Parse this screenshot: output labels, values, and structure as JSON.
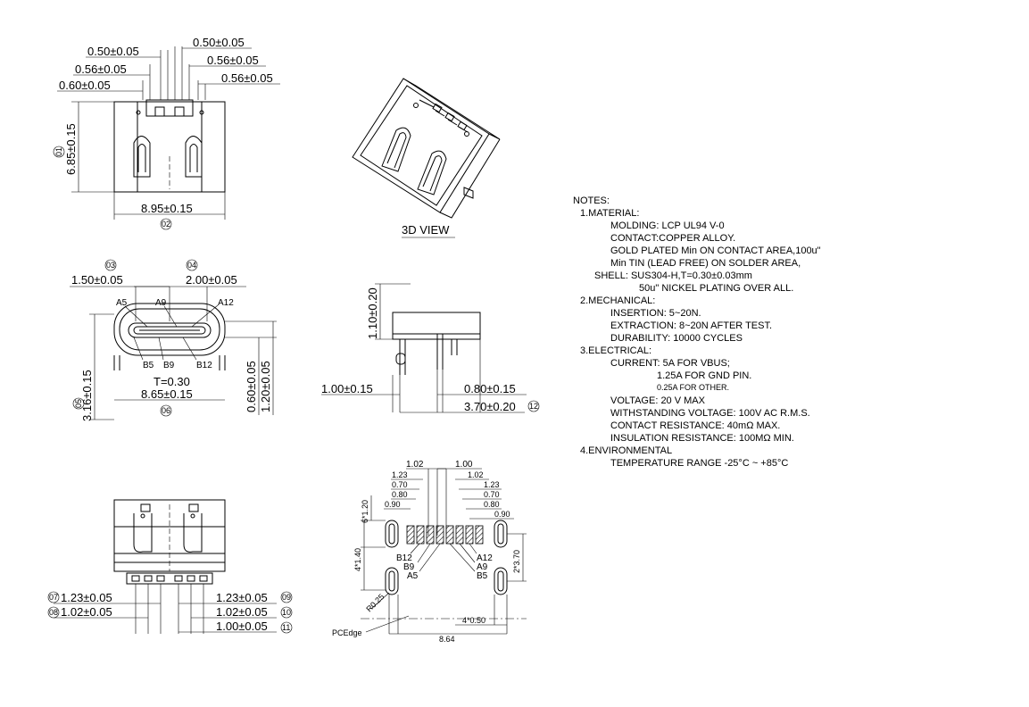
{
  "front_view": {
    "dims_top": [
      "0.50±0.05",
      "0.56±0.05",
      "0.60±0.05",
      "0.50±0.05",
      "0.56±0.05",
      "0.56±0.05"
    ],
    "height": "6.85±0.15",
    "height_marker": "01",
    "width": "8.95±0.15",
    "width_marker": "02"
  },
  "view_3d": {
    "label": "3D VIEW"
  },
  "top_view": {
    "marker_left": "03",
    "marker_right": "04",
    "dim_left": "1.50±0.05",
    "dim_right": "2.00±0.05",
    "pins_top": [
      "A5",
      "A9",
      "A12"
    ],
    "pins_bottom": [
      "B5",
      "B9",
      "B12"
    ],
    "thickness": "T=0.30",
    "width": "8.65±0.15",
    "width_marker": "06",
    "height": "3.16±0.15",
    "height_marker": "05",
    "right_dims": [
      "0.60±0.05",
      "1.20±0.05"
    ]
  },
  "side_view": {
    "height": "1.10±0.20",
    "left": "1.00±0.15",
    "right": "0.80±0.15",
    "depth": "3.70±0.20",
    "depth_marker": "12"
  },
  "bottom_view": {
    "rows": [
      {
        "left_marker": "07",
        "left": "1.23±0.05",
        "right": "1.23±0.05",
        "right_marker": "09"
      },
      {
        "left_marker": "08",
        "left": "1.02±0.05",
        "right": "1.02±0.05",
        "right_marker": "10"
      },
      {
        "left_marker": "",
        "left": "",
        "right": "1.00±0.05",
        "right_marker": "11"
      }
    ]
  },
  "footprint": {
    "top_dims_left": [
      "1.02",
      "1.23",
      "0.70",
      "0.80",
      "0.90"
    ],
    "top_dims_right": [
      "1.00",
      "1.02",
      "1.23",
      "0.70",
      "0.80",
      "0.90"
    ],
    "left_vertical": [
      "6*1.20",
      "4*1.40"
    ],
    "right_vertical": "2*3.70",
    "pins_left": [
      "B12",
      "B9",
      "A5"
    ],
    "pins_right": [
      "A12",
      "A9",
      "B5"
    ],
    "radius": "R0.25",
    "bottom_small": "4*0.50",
    "bottom_total": "8.64",
    "edge_label": "PCEdge"
  },
  "notes": {
    "title": "NOTES:",
    "lines": [
      "1.MATERIAL:",
      "MOLDING: LCP UL94 V-0",
      "CONTACT:COPPER ALLOY.",
      "GOLD PLATED Min ON CONTACT AREA,100u\"",
      "Min TIN (LEAD FREE) ON SOLDER AREA,",
      "SHELL: SUS304-H,T=0.30±0.03mm",
      "50u\" NICKEL PLATING OVER ALL.",
      "2.MECHANICAL:",
      "INSERTION: 5~20N.",
      "EXTRACTION: 8~20N AFTER TEST.",
      "DURABILITY: 10000 CYCLES",
      "3.ELECTRICAL:",
      "CURRENT: 5A FOR VBUS;",
      "1.25A FOR GND PIN.",
      "0.25A FOR OTHER.",
      "VOLTAGE: 20 V MAX",
      "WITHSTANDING VOLTAGE: 100V AC R.M.S.",
      "CONTACT RESISTANCE: 40mΩ MAX.",
      "INSULATION RESISTANCE: 100MΩ MIN.",
      "4.ENVIRONMENTAL",
      "TEMPERATURE RANGE -25°C ~ +85°C"
    ]
  }
}
